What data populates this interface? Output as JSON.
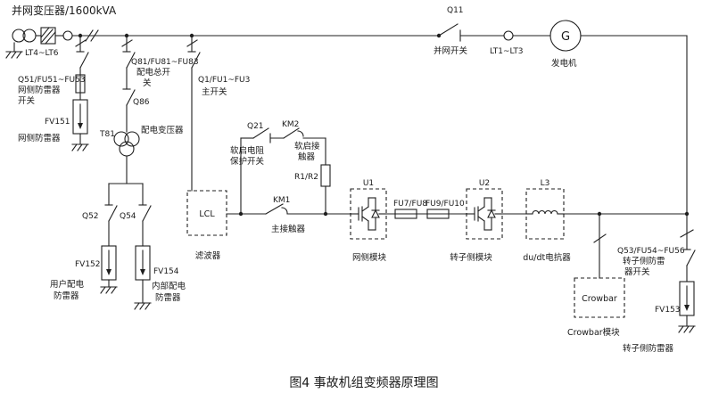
{
  "figure": {
    "caption": "图4 事故机组变频器原理图"
  },
  "colors": {
    "line": "#1f1f1f",
    "text": "#1a1a1a",
    "background": "#ffffff"
  },
  "labels": {
    "grid_transformer": "并网变压器/1600kVA",
    "lt4_lt6": "LT4~LT6",
    "q51": "Q51/FU51~FU53",
    "grid_arrester_switch_1": "网侧防雷器",
    "grid_arrester_switch_2": "开关",
    "fv151": "FV151",
    "grid_arrester": "网侧防雷器",
    "q81": "Q81/FU81~FU83",
    "dist_main_switch_1": "配电总开",
    "dist_main_switch_2": "关",
    "q86": "Q86",
    "t81": "T81",
    "dist_transformer": "配电变压器",
    "q52": "Q52",
    "q54": "Q54",
    "fv152": "FV152",
    "user_dist_arrester_1": "用户配电",
    "user_dist_arrester_2": "防雷器",
    "fv154": "FV154",
    "internal_dist_arrester_1": "内部配电",
    "internal_dist_arrester_2": "防雷器",
    "q1": "Q1/FU1~FU3",
    "main_switch": "主开关",
    "q21": "Q21",
    "soft_start_protect_1": "软启电阻",
    "soft_start_protect_2": "保护开关",
    "km2": "KM2",
    "soft_start_contactor_1": "软启接",
    "soft_start_contactor_2": "触器",
    "r1_r2": "R1/R2",
    "km1": "KM1",
    "main_contactor": "主接触器",
    "lcl": "LCL",
    "filter": "滤波器",
    "u1": "U1",
    "grid_side_module": "网侧模块",
    "fu7_fu8": "FU7/FU8",
    "fu9_fu10": "FU9/FU10",
    "u2": "U2",
    "rotor_side_module": "转子侧模块",
    "l3": "L3",
    "dudt_reactor": "du/dt电抗器",
    "q11": "Q11",
    "grid_connect_switch": "并网开关",
    "lt1_lt3": "LT1~LT3",
    "generator_symbol": "G",
    "generator": "发电机",
    "q53": "Q53/FU54~FU56",
    "rotor_arrester_switch_1": "转子侧防雷",
    "rotor_arrester_switch_2": "器开关",
    "crowbar": "Crowbar",
    "crowbar_module": "Crowbar模块",
    "fv153": "FV153",
    "rotor_arrester": "转子侧防雷器"
  }
}
